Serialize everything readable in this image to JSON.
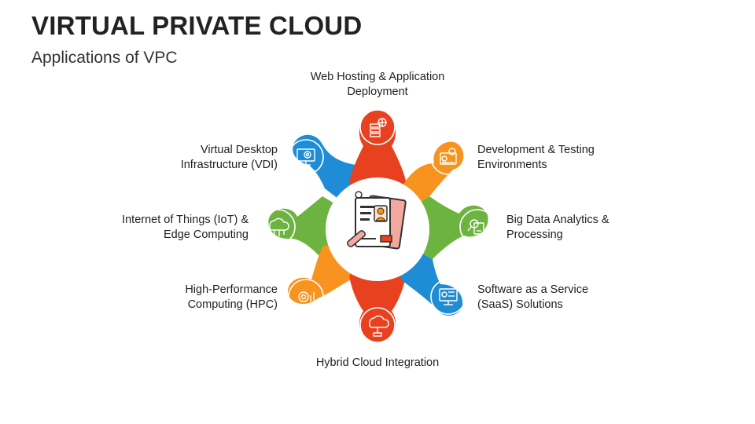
{
  "slide": {
    "title": "VIRTUAL PRIVATE CLOUD",
    "subtitle": "Applications of VPC"
  },
  "colors": {
    "red": "#E8411F",
    "orange": "#F7931E",
    "green": "#6DB33F",
    "blue": "#1F8DD6",
    "icon_line": "#ffffff",
    "hub_fill": "#ffffff"
  },
  "center_icon": "document-profile-pen-icon",
  "applications": [
    {
      "id": "web-hosting",
      "lines": [
        "Web Hosting & Application",
        "Deployment"
      ],
      "color": "red",
      "icon": "server-globe-icon"
    },
    {
      "id": "dev-testing",
      "lines": [
        "Development & Testing",
        "Environments"
      ],
      "color": "orange",
      "icon": "code-gear-icon"
    },
    {
      "id": "big-data",
      "lines": [
        "Big Data Analytics &",
        "Processing"
      ],
      "color": "green",
      "icon": "data-magnifier-icon"
    },
    {
      "id": "saas",
      "lines": [
        "Software as a Service",
        "(SaaS) Solutions"
      ],
      "color": "blue",
      "icon": "dashboard-monitor-icon"
    },
    {
      "id": "hybrid-cloud",
      "lines": [
        "Hybrid Cloud Integration"
      ],
      "color": "red",
      "icon": "cloud-network-icon"
    },
    {
      "id": "hpc",
      "lines": [
        "High-Performance",
        "Computing (HPC)"
      ],
      "color": "orange",
      "icon": "gear-chart-icon"
    },
    {
      "id": "iot",
      "lines": [
        "Internet of Things (IoT) &",
        "Edge Computing"
      ],
      "color": "green",
      "icon": "cloud-circuit-icon"
    },
    {
      "id": "vdi",
      "lines": [
        "Virtual Desktop",
        "Infrastructure (VDI)"
      ],
      "color": "blue",
      "icon": "monitor-gear-icon"
    }
  ]
}
